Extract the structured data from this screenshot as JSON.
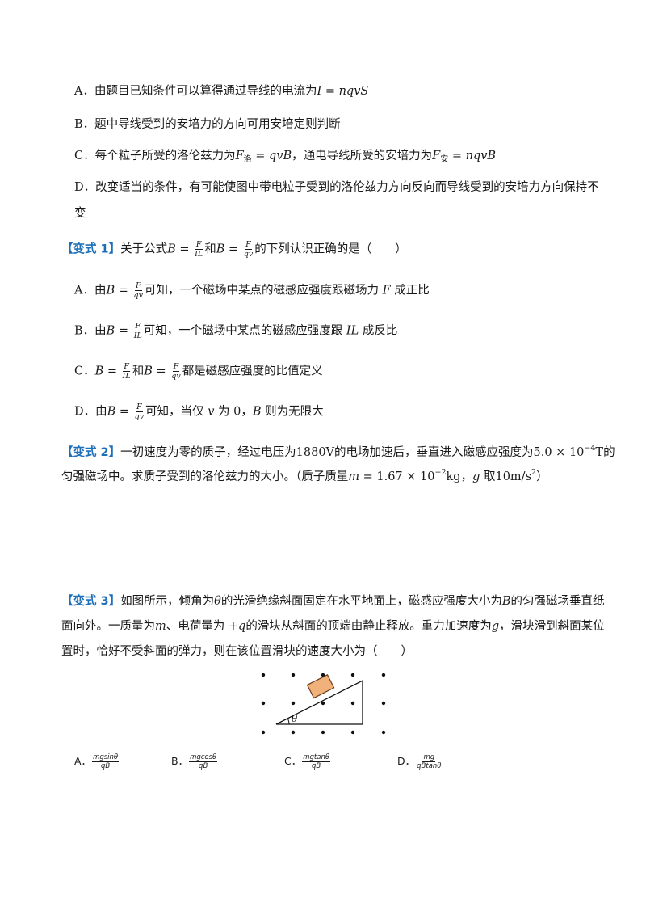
{
  "q0": {
    "A": {
      "label": "A．",
      "text": "由题目已知条件可以算得通过导线的电流为",
      "formula": "I = nqvS"
    },
    "B": {
      "label": "B．",
      "text": "题中导线受到的安培力的方向可用安培定则判断"
    },
    "C": {
      "label": "C．",
      "text1": "每个粒子所受的洛伦兹力为",
      "f1_lhs": "F",
      "f1_sub": "洛",
      "f1_rhs": " = qvB",
      "text2": "，通电导线所受的安培力为",
      "f2_lhs": "F",
      "f2_sub": "安",
      "f2_rhs": " = nqvB"
    },
    "D": {
      "label": "D．",
      "text_line1": "改变适当的条件，有可能使图中带电粒子受到的洛伦兹力方向反向而导线受到的安培力方向保持不",
      "text_line2": "变"
    }
  },
  "v1": {
    "tag": "【变式 1】",
    "stem1": "关于公式",
    "stem2": "和",
    "stem3": "的下列认识正确的是（　　）",
    "A": {
      "label": "A．",
      "pre": "由",
      "post": "可知，一个磁场中某点的磁感应强度跟磁场力 ",
      "var": "F",
      "end": " 成正比"
    },
    "B": {
      "label": "B．",
      "pre": "由",
      "post": "可知，一个磁场中某点的磁感应强度跟 ",
      "var": "IL",
      "end": " 成反比"
    },
    "C": {
      "label": "C．",
      "mid": "和",
      "end": "都是磁感应强度的比值定义"
    },
    "D": {
      "label": "D．",
      "pre": "由",
      "post": "可知，当仅 ",
      "var": "v",
      "mid": " 为 0，",
      "var2": "B",
      "end": " 则为无限大"
    },
    "frac": {
      "B": "B = ",
      "F": "F",
      "IL": "IL",
      "qv": "qv"
    }
  },
  "v2": {
    "tag": "【变式 2】",
    "line1a": "一初速度为零的质子，经过电压为1880V的电场加速后，垂直进入磁感应强度为5.0 × 10",
    "line1_exp": "−4",
    "line1b": "T的",
    "line2a": "匀强磁场中。求质子受到的洛伦兹力的大小。（质子质量",
    "line2_m": "m",
    "line2b": " = 1.67 × 10",
    "line2_exp": "−2",
    "line2c": "kg，",
    "line2_g": "g",
    "line2d": " 取10m/s",
    "line2_exp2": "2",
    "line2e": "）"
  },
  "v3": {
    "tag": "【变式 3】",
    "line1a": "如图所示，倾角为",
    "theta": "θ",
    "line1b": "的光滑绝缘斜面固定在水平地面上，磁感应强度大小为",
    "B": "B",
    "line1c": "的匀强磁场垂直纸",
    "line2a": "面向外。一质量为",
    "m": "m",
    "line2b": "、电荷量为 +",
    "q": "q",
    "line2c": "的滑块从斜面的顶端由静止释放。重力加速度为",
    "g": "g",
    "line2d": "，滑块滑到斜面某位",
    "line3": "置时，恰好不受斜面的弹力，则在该位置滑块的速度大小为（　　）",
    "figure_angle": "θ",
    "options": [
      {
        "label": "A．",
        "num": "mgsinθ",
        "den": "qB"
      },
      {
        "label": "B．",
        "num": "mgcosθ",
        "den": "qB"
      },
      {
        "label": "C．",
        "num": "mgtanθ",
        "den": "qB"
      },
      {
        "label": "D．",
        "num": "mg",
        "den": "qBtanθ"
      }
    ]
  },
  "colors": {
    "tag": "#1f6fb8",
    "block": "#f0b27a",
    "text": "#1a1a1a"
  }
}
